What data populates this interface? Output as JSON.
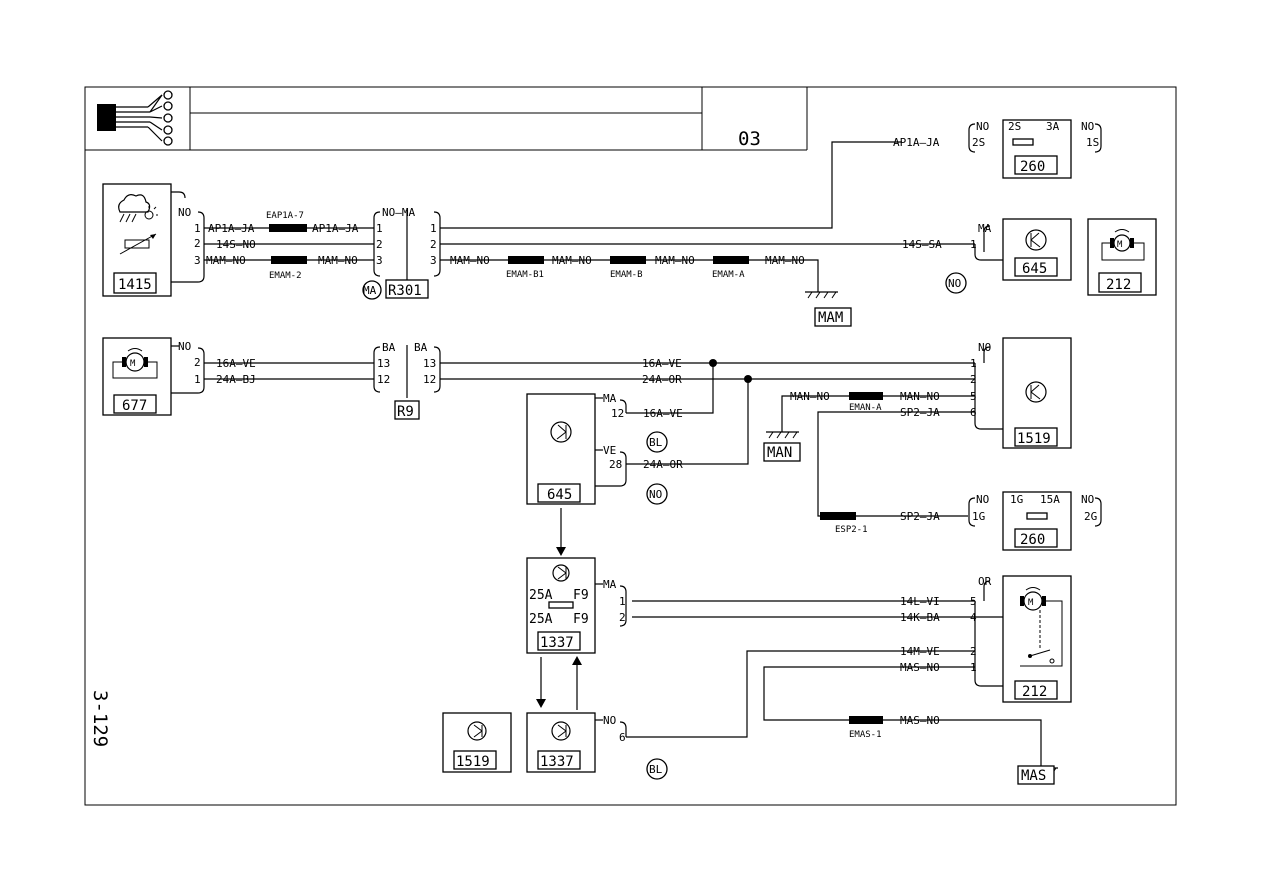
{
  "title_block": {
    "sheet_number": "03"
  },
  "page_ref": "3-129",
  "components": {
    "c1415": "1415",
    "c677": "677",
    "c645a": "645",
    "c645b": "645",
    "c212a": "212",
    "c212b": "212",
    "c260a": "260",
    "c260b": "260",
    "c1519a": "1519",
    "c1519b": "1519",
    "c1337a": "1337",
    "c1337b": "1337",
    "r301": "R301",
    "r9": "R9",
    "ma_circle": "MA"
  },
  "grounds": {
    "mam": "MAM",
    "man": "MAN",
    "mas": "MAS"
  },
  "splices": {
    "eap1a7": "EAP1A-7",
    "emam2": "EMAM-2",
    "emamb1": "EMAM-B1",
    "emamb": "EMAM-B",
    "emama": "EMAM-A",
    "emana": "EMAN-A",
    "esp21": "ESP2-1",
    "emas1": "EMAS-1"
  },
  "circles": {
    "no1": "NO",
    "bl1": "BL",
    "no2": "NO",
    "bl2": "BL"
  },
  "labels": {
    "a1": "NO",
    "a2": "1",
    "a3": "2",
    "a4": "3",
    "a5": "AP1A—JA",
    "a6": "AP1A—JA",
    "a7": "14S—NO",
    "a8": "MAM—NO",
    "a9": "MAM—NO",
    "a10": "NO—MA",
    "a11": "1",
    "a12": "2",
    "a13": "3",
    "a14": "1",
    "a15": "2",
    "a16": "3",
    "a17": "MAM—NO",
    "a18": "MAM—NO",
    "a19": "MAM—NO",
    "a20": "MAM—NO",
    "b1": "AP1A—JA",
    "b2": "NO",
    "b3": "2S",
    "b4": "3A",
    "b5": "NO",
    "b6": "2S",
    "b7": "1S",
    "b8": "14S—SA",
    "b9": "MA",
    "b10": "1",
    "c1": "NO",
    "c2": "2",
    "c3": "1",
    "c4": "16A—VE",
    "c5": "24A—BJ",
    "c6": "BA",
    "c7": "BA",
    "c8": "13",
    "c9": "12",
    "c10": "13",
    "c11": "12",
    "c12": "16A—VE",
    "c13": "24A—OR",
    "c14": "NO",
    "c15": "1",
    "c16": "2",
    "c17": "5",
    "c18": "6",
    "c19": "MAN—NO",
    "c20": "MAN—NO",
    "c21": "SP2—JA",
    "d1": "MA",
    "d2": "12",
    "d3": "16A—VE",
    "d4": "VE",
    "d5": "28",
    "d6": "24A—OR",
    "e1": "SP2—JA",
    "e2": "NO",
    "e3": "1G",
    "e4": "15A",
    "e5": "NO",
    "e6": "1G",
    "e7": "2G",
    "f1": "25A",
    "f2": "F9",
    "f3": "25A",
    "f4": "F9",
    "f5": "MA",
    "f6": "1",
    "f7": "2",
    "f8": "14L—VI",
    "f9": "14K—BA",
    "f10": "14M—VE",
    "f11": "MAS—NO",
    "f12": "OR",
    "f13": "5",
    "f14": "4",
    "f15": "2",
    "f16": "1",
    "g1": "NO",
    "g2": "6",
    "g3": "MAS—NO"
  },
  "icon_names": [
    "connector-icon",
    "rain-light-sensor-icon",
    "motor-icon",
    "relay-icon",
    "ground-icon",
    "fuse-icon"
  ]
}
